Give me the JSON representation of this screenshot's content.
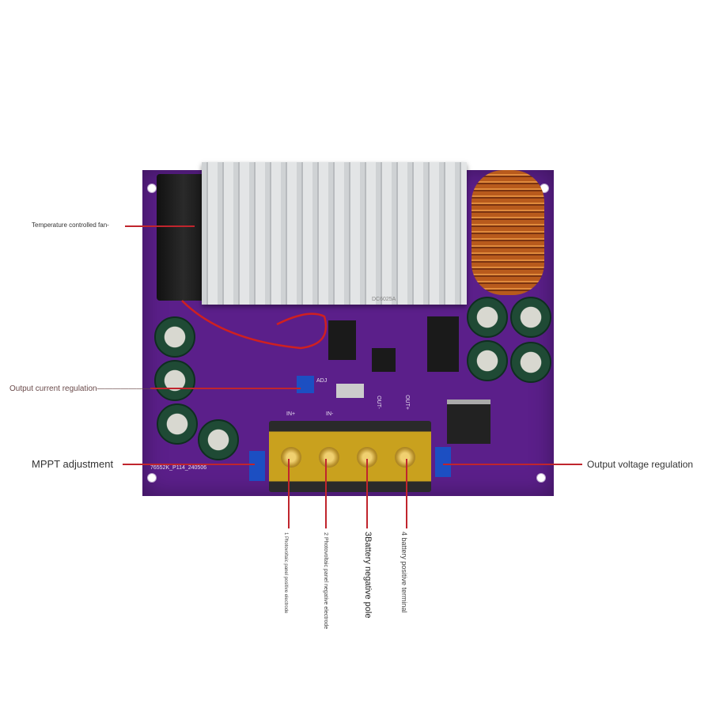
{
  "annotations": {
    "fan": "Temperature controlled fan-",
    "current": "Output current regulation———————",
    "mppt": "MPPT adjustment",
    "voltage": "Output voltage regulation",
    "terminal_1": "1 Photovoltaic panel positive electrode",
    "terminal_2": "2 Photovoltaic panel negative electrode",
    "terminal_3": "3Battery negative pole",
    "terminal_4": "4 battery positive terminal"
  },
  "board_silkscreen": {
    "model": "76552K_P114_240506",
    "heatsink_mark": "DC6025A",
    "in_plus": "IN+",
    "in_minus": "IN-",
    "out_minus": "OUT-",
    "out_plus": "OUT+",
    "adj": "ADJ"
  },
  "colors": {
    "board": "#5b1f8a",
    "leader_line": "#c0252d",
    "terminal_block": "#c9a11e"
  }
}
